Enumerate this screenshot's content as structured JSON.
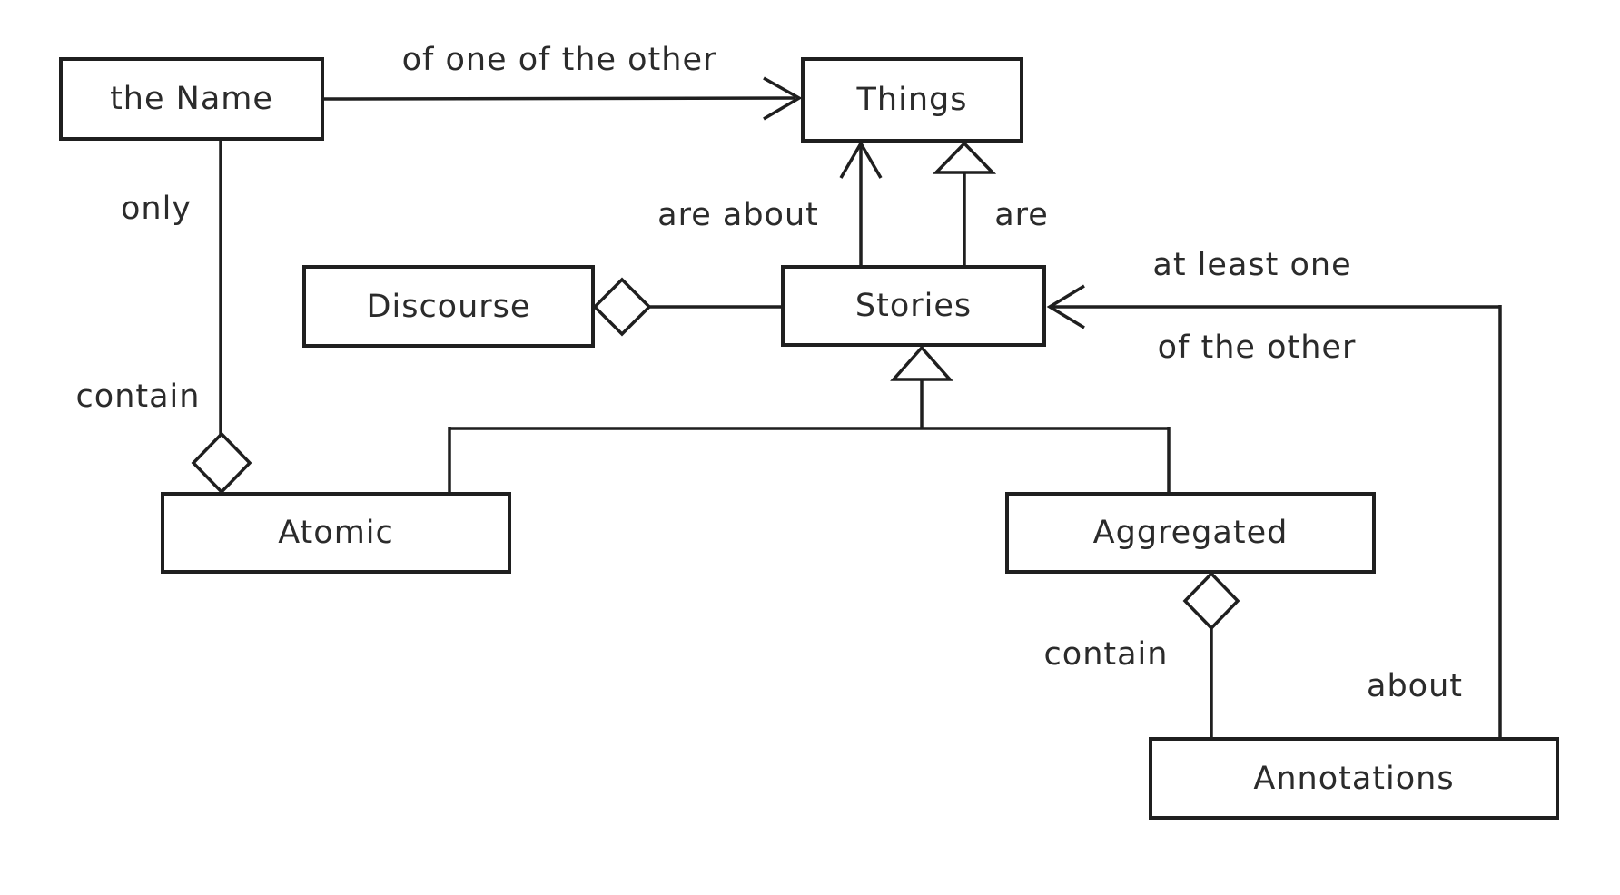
{
  "diagram": {
    "type": "concept-relationship-diagram",
    "colors": {
      "background": "#ffffff",
      "line": "#1f1f1f",
      "text": "#2b2b2b"
    },
    "nodes": [
      {
        "id": "the-name",
        "label": "the Name"
      },
      {
        "id": "things",
        "label": "Things"
      },
      {
        "id": "discourse",
        "label": "Discourse"
      },
      {
        "id": "stories",
        "label": "Stories"
      },
      {
        "id": "atomic",
        "label": "Atomic"
      },
      {
        "id": "aggregated",
        "label": "Aggregated"
      },
      {
        "id": "annotations",
        "label": "Annotations"
      }
    ],
    "edge_labels": [
      {
        "id": "of-one-of-the-other",
        "text": "of one of the other"
      },
      {
        "id": "only",
        "text": "only"
      },
      {
        "id": "contain-left",
        "text": "contain"
      },
      {
        "id": "are-about",
        "text": "are about"
      },
      {
        "id": "are",
        "text": "are"
      },
      {
        "id": "at-least-one",
        "text": "at least one"
      },
      {
        "id": "of-the-other",
        "text": "of the other"
      },
      {
        "id": "contain-right",
        "text": "contain"
      },
      {
        "id": "about",
        "text": "about"
      }
    ],
    "edges": [
      {
        "from": "the Name",
        "to": "Things",
        "type": "arrow",
        "labels": [
          "of one of the other"
        ]
      },
      {
        "from": "the Name",
        "to": "Atomic",
        "type": "aggregation",
        "diamond_at": "Atomic",
        "labels": [
          "only",
          "contain"
        ]
      },
      {
        "from": "Stories",
        "to": "Things",
        "type": "arrow",
        "labels": [
          "are about"
        ]
      },
      {
        "from": "Stories",
        "to": "Things",
        "type": "generalization",
        "labels": [
          "are"
        ]
      },
      {
        "from": "Stories",
        "to": "Discourse",
        "type": "aggregation",
        "diamond_at": "Discourse",
        "labels": []
      },
      {
        "from": "Annotations",
        "to": "Stories",
        "type": "arrow",
        "labels": [
          "at least one",
          "of the other",
          "about"
        ]
      },
      {
        "from": "Atomic",
        "to": "Stories",
        "type": "generalization",
        "labels": []
      },
      {
        "from": "Aggregated",
        "to": "Stories",
        "type": "generalization",
        "labels": []
      },
      {
        "from": "Annotations",
        "to": "Aggregated",
        "type": "aggregation",
        "diamond_at": "Aggregated",
        "labels": [
          "contain"
        ]
      }
    ]
  }
}
